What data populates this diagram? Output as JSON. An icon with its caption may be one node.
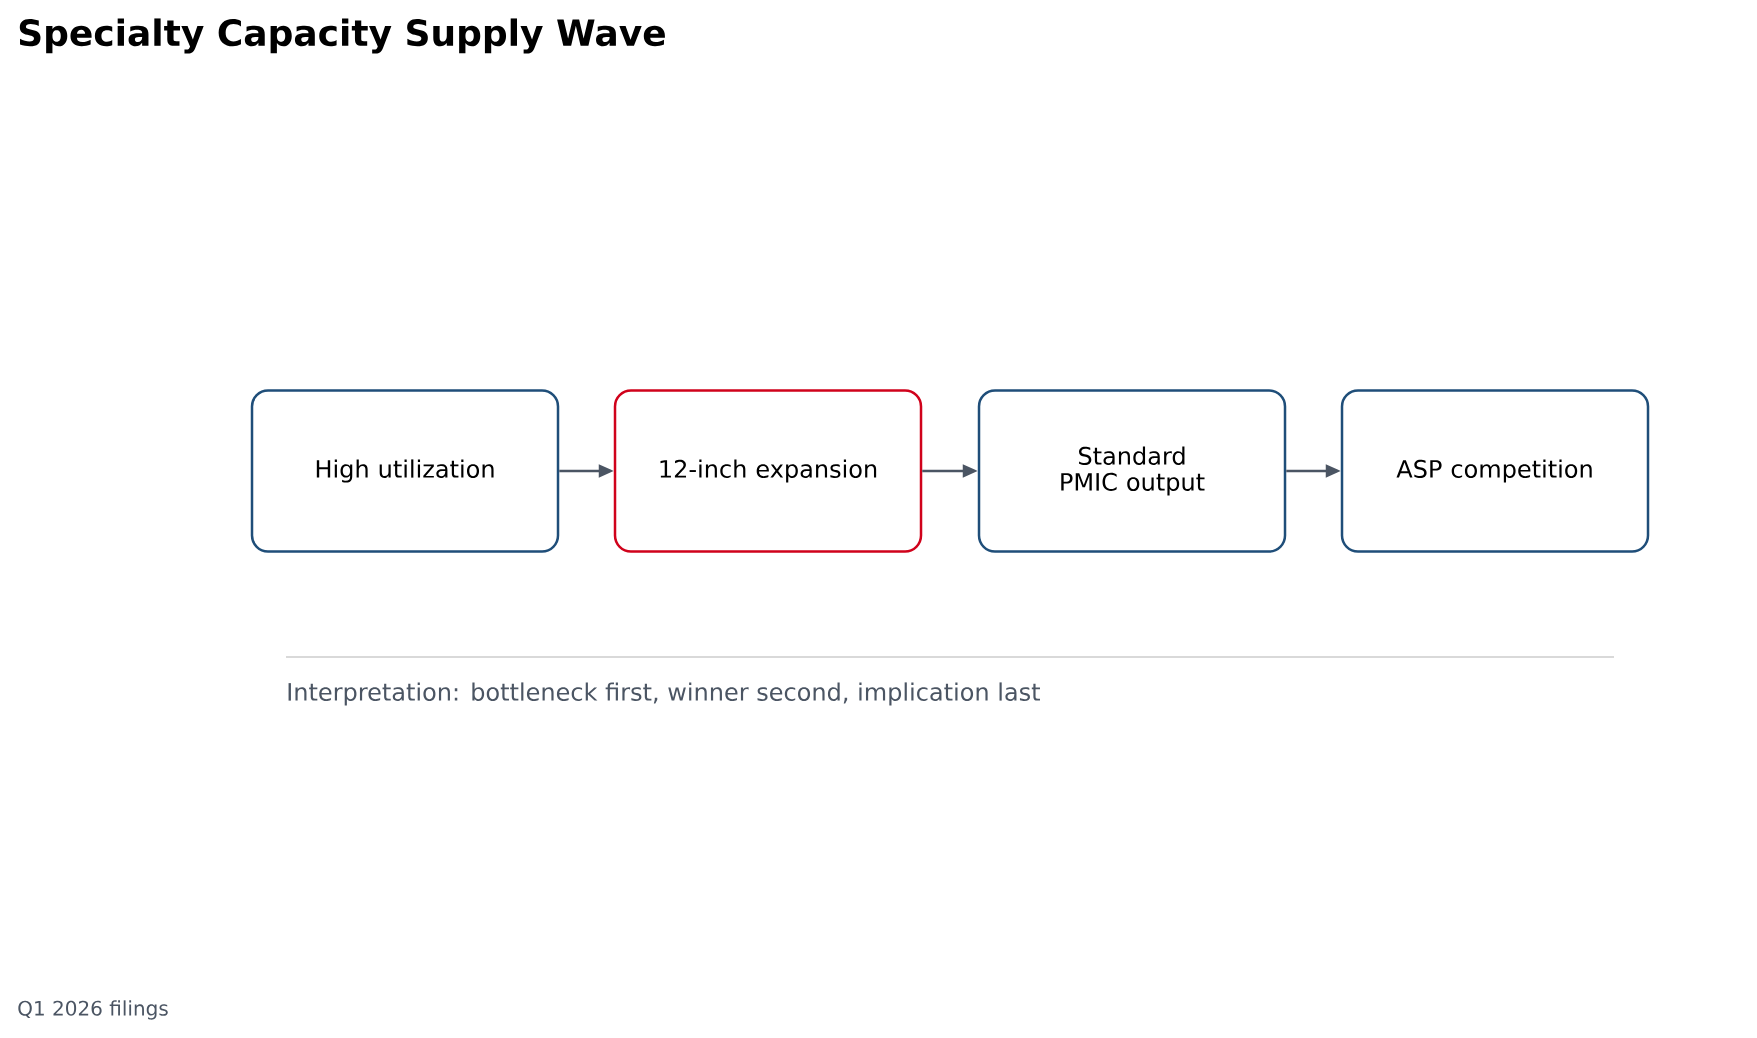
{
  "diagram": {
    "title": "Specialty Capacity Supply Wave",
    "nodes": [
      {
        "text": [
          "High utilization"
        ]
      },
      {
        "text": [
          "12-inch expansion"
        ]
      },
      {
        "text": [
          "Standard PMIC output"
        ]
      },
      {
        "text": [
          "ASP competition"
        ]
      }
    ],
    "edges": [
      {
        "from": 0,
        "to": 1,
        "arrow": "to"
      },
      {
        "from": 1,
        "to": 2,
        "arrow": "to"
      },
      {
        "from": 2,
        "to": 3,
        "arrow": "to"
      }
    ],
    "labels": [
      "Interpretation: bottleneck first, winner second, implication last",
      "Q1 2026 filings"
    ]
  }
}
